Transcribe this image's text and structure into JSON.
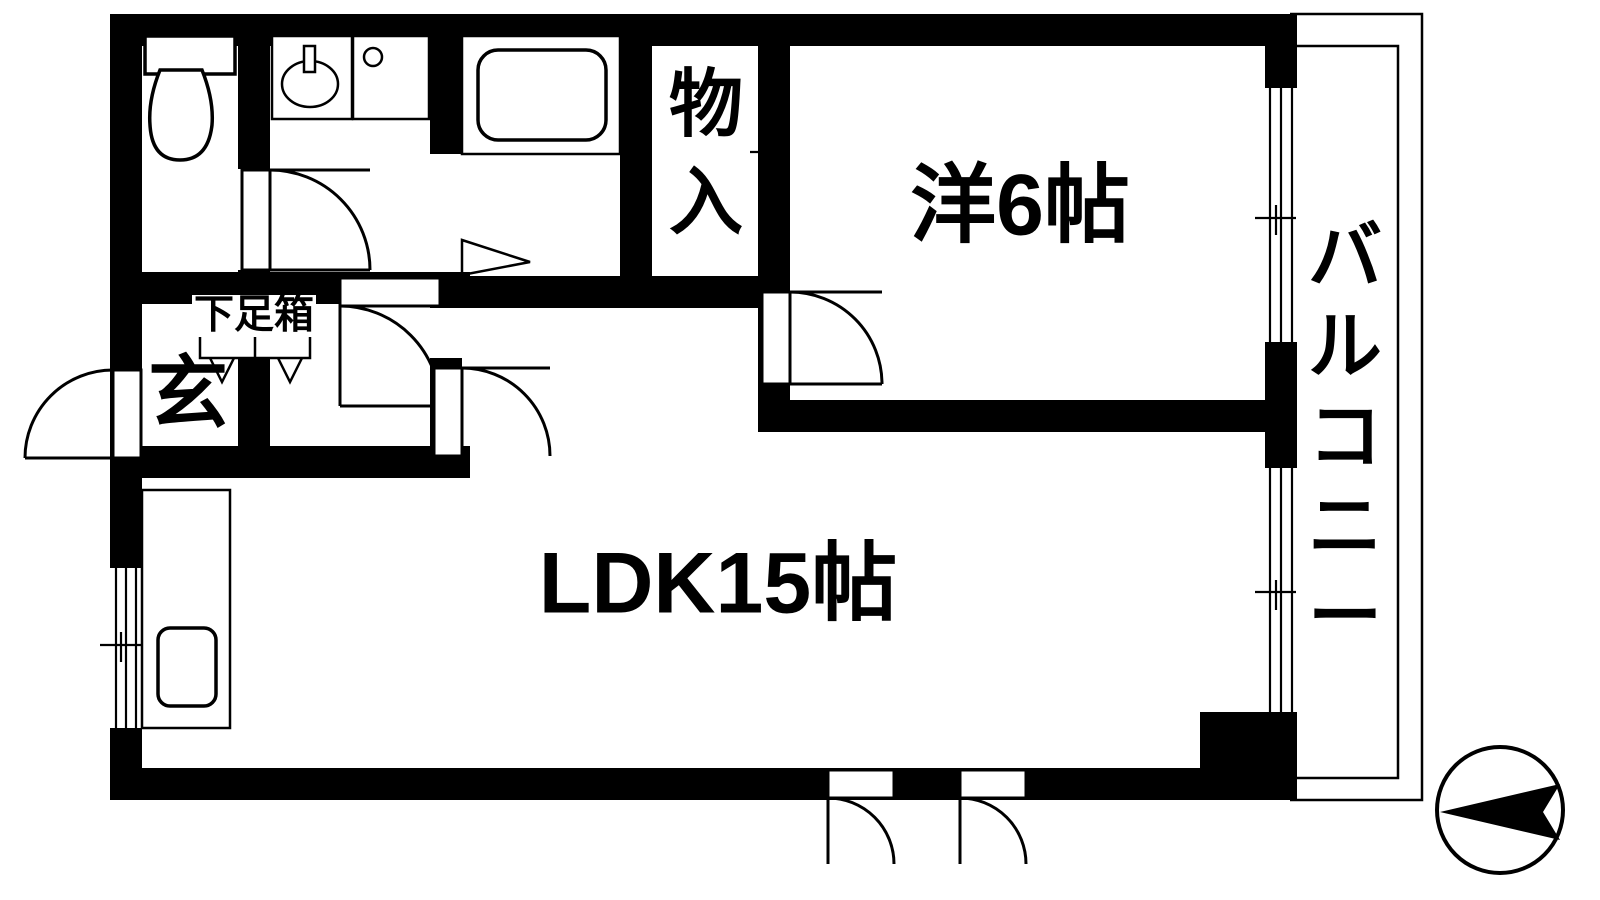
{
  "plan": {
    "title": "Apartment Floor Plan",
    "rooms": [
      {
        "id": "western-room",
        "label": "洋6帖",
        "size_jo": 6,
        "type": "western-style-bedroom"
      },
      {
        "id": "ldk",
        "label": "LDK15帖",
        "size_jo": 15,
        "type": "living-dining-kitchen"
      },
      {
        "id": "storage",
        "label": "物入",
        "type": "closet"
      },
      {
        "id": "entrance",
        "label": "玄",
        "type": "genkan-entrance"
      },
      {
        "id": "shoe-box",
        "label": "下足箱",
        "type": "shoe-cabinet"
      },
      {
        "id": "balcony",
        "label": "バルコニー",
        "type": "balcony"
      }
    ],
    "balcony_label_chars": [
      "バ",
      "ル",
      "コ",
      "ニ",
      "ー"
    ],
    "fixtures": [
      {
        "id": "toilet",
        "name": "toilet-fixture"
      },
      {
        "id": "washbasin",
        "name": "washbasin-fixture"
      },
      {
        "id": "washing-machine",
        "name": "washing-machine-space"
      },
      {
        "id": "bathtub",
        "name": "bathtub-fixture"
      },
      {
        "id": "kitchen-sink",
        "name": "kitchen-sink-fixture"
      }
    ],
    "compass": {
      "name": "compass-rose",
      "direction": "west"
    },
    "colors": {
      "wall": "#000000",
      "background": "#ffffff",
      "line": "#000000"
    }
  }
}
